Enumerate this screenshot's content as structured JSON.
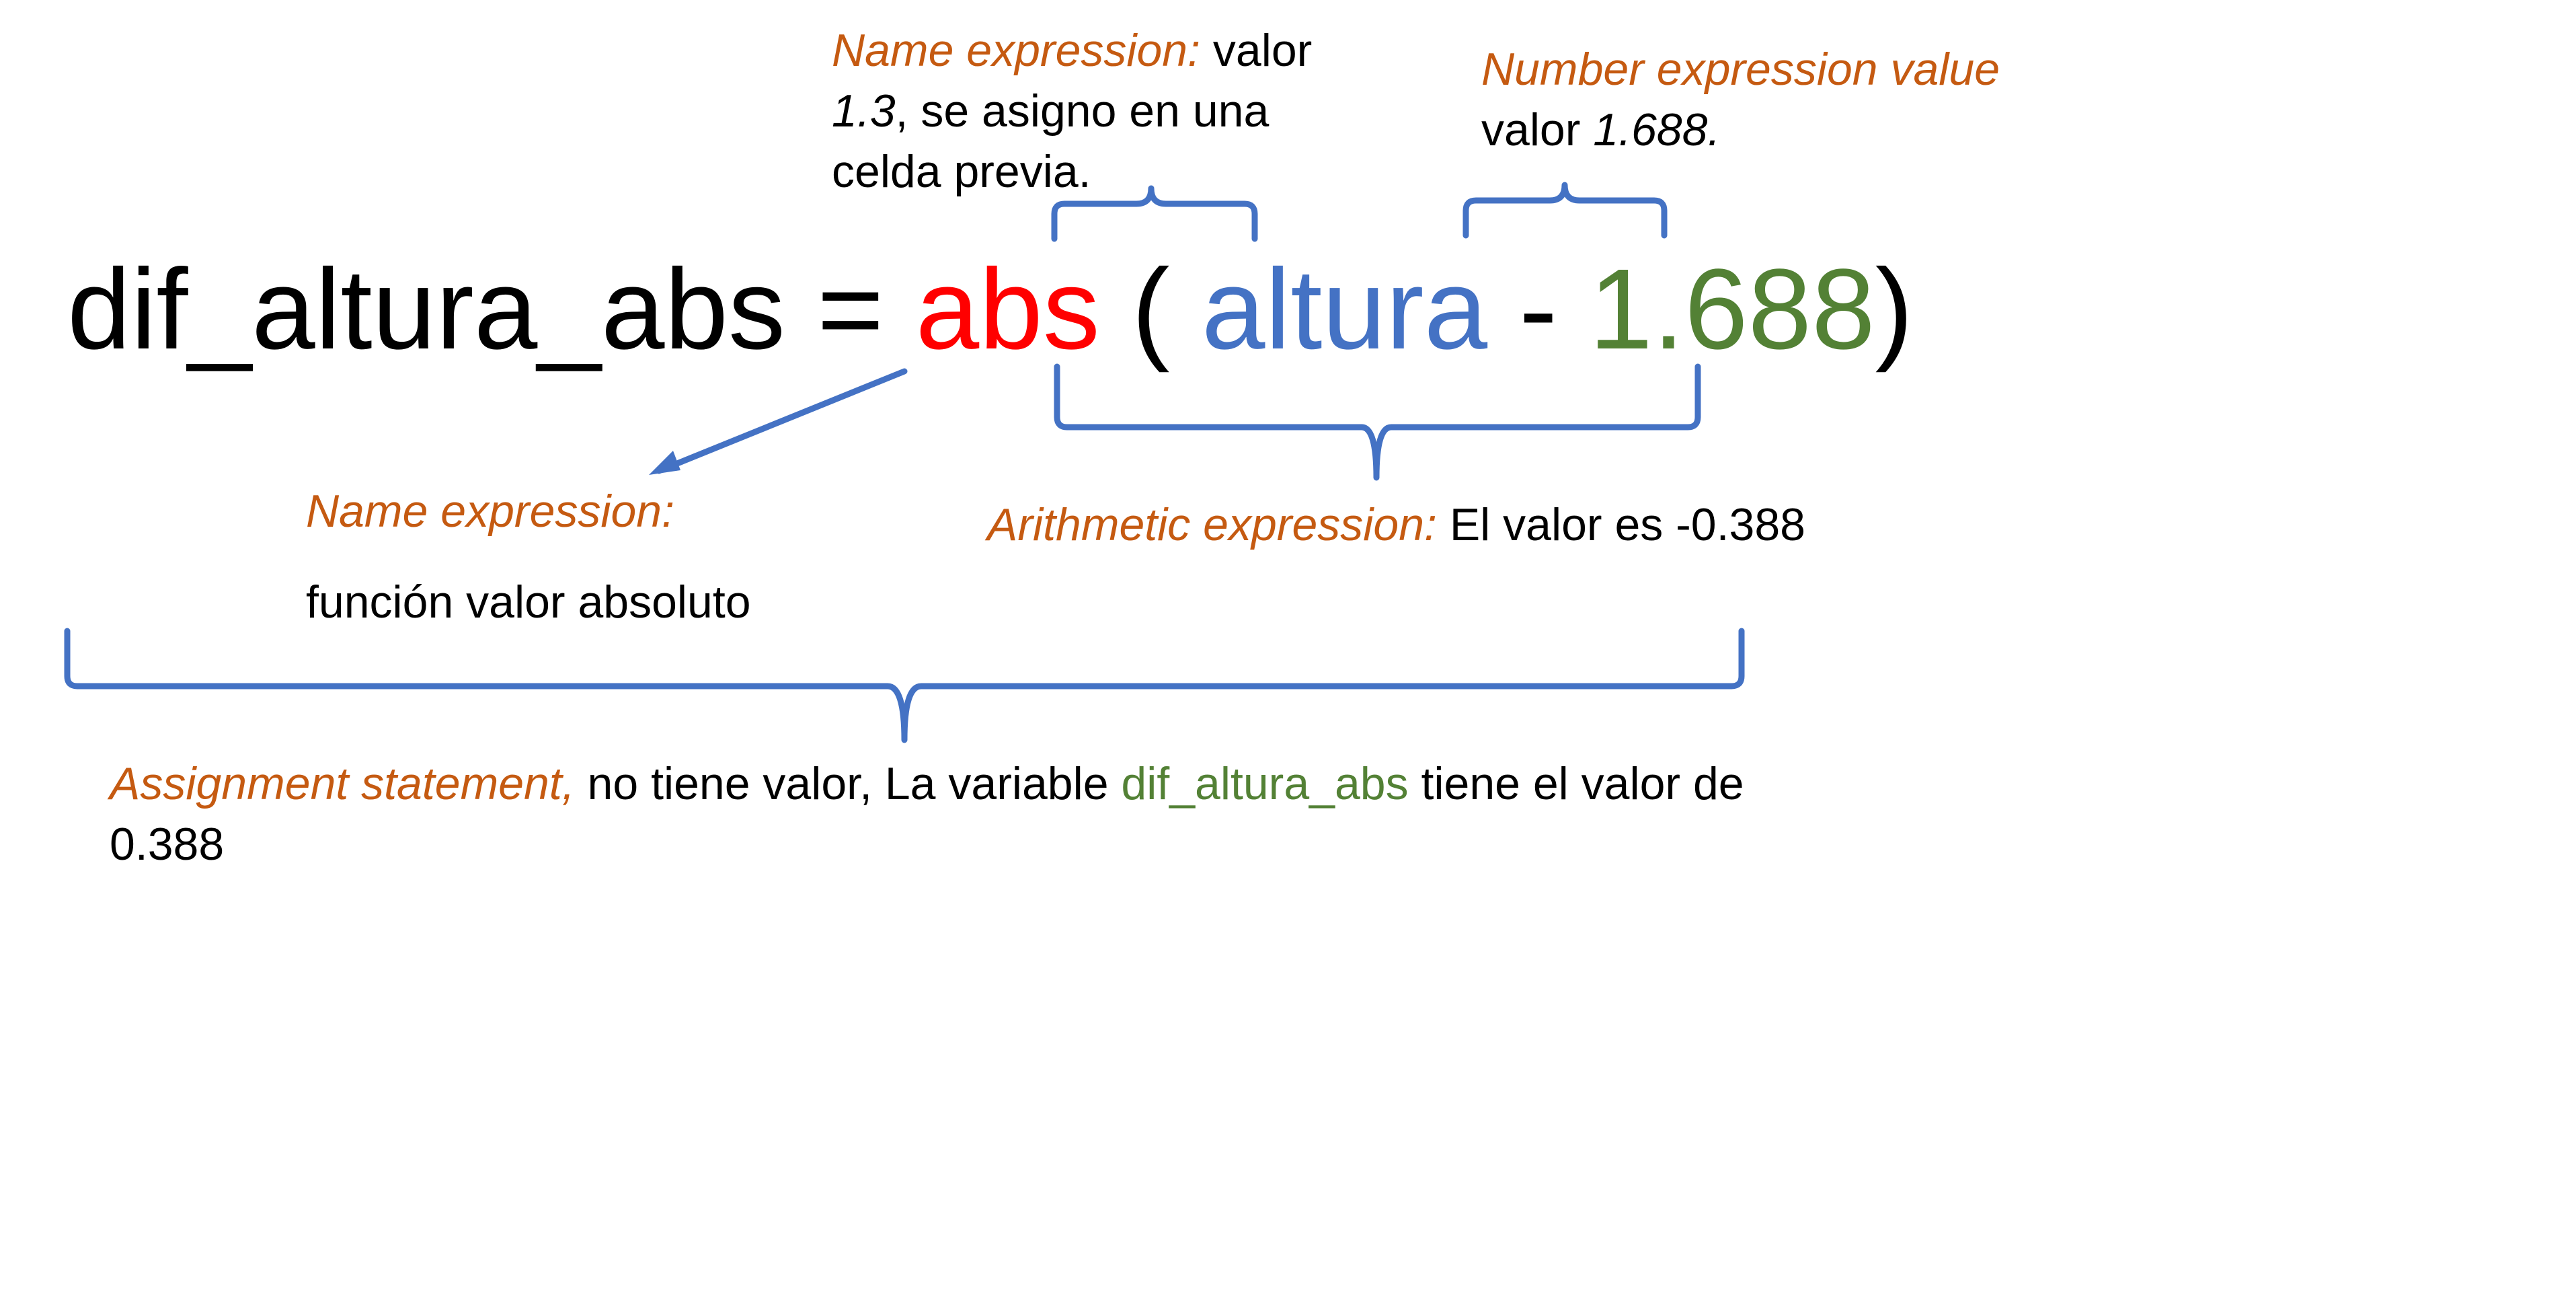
{
  "expression": {
    "target": "dif_altura_abs",
    "equals": "=",
    "function": "abs",
    "open_paren": "(",
    "variable": "altura",
    "operator": "-",
    "number": "1.688",
    "close_paren": ")"
  },
  "annotations": {
    "name_expr_variable": {
      "label": "Name expression:",
      "text_1": " valor",
      "value": "1.3",
      "text_2": ", se asigno en una",
      "text_3": "celda previa."
    },
    "number_expr": {
      "label": "Number expression value",
      "text": "valor ",
      "value": "1.688."
    },
    "name_expr_function": {
      "label": "Name expression:",
      "text": "función valor absoluto"
    },
    "arithmetic_expr": {
      "label": "Arithmetic expression:",
      "text": " El valor es -0.388"
    },
    "assignment": {
      "label": "Assignment statement,",
      "text_1": " no tiene valor, La variable ",
      "variable": "dif_altura_abs",
      "text_2": " tiene el valor de",
      "text_3": "0.388"
    }
  },
  "colors": {
    "label": "#c55a11",
    "function": "#ff0000",
    "variable": "#4472c4",
    "number": "#538135",
    "bracket": "#4472c4"
  }
}
